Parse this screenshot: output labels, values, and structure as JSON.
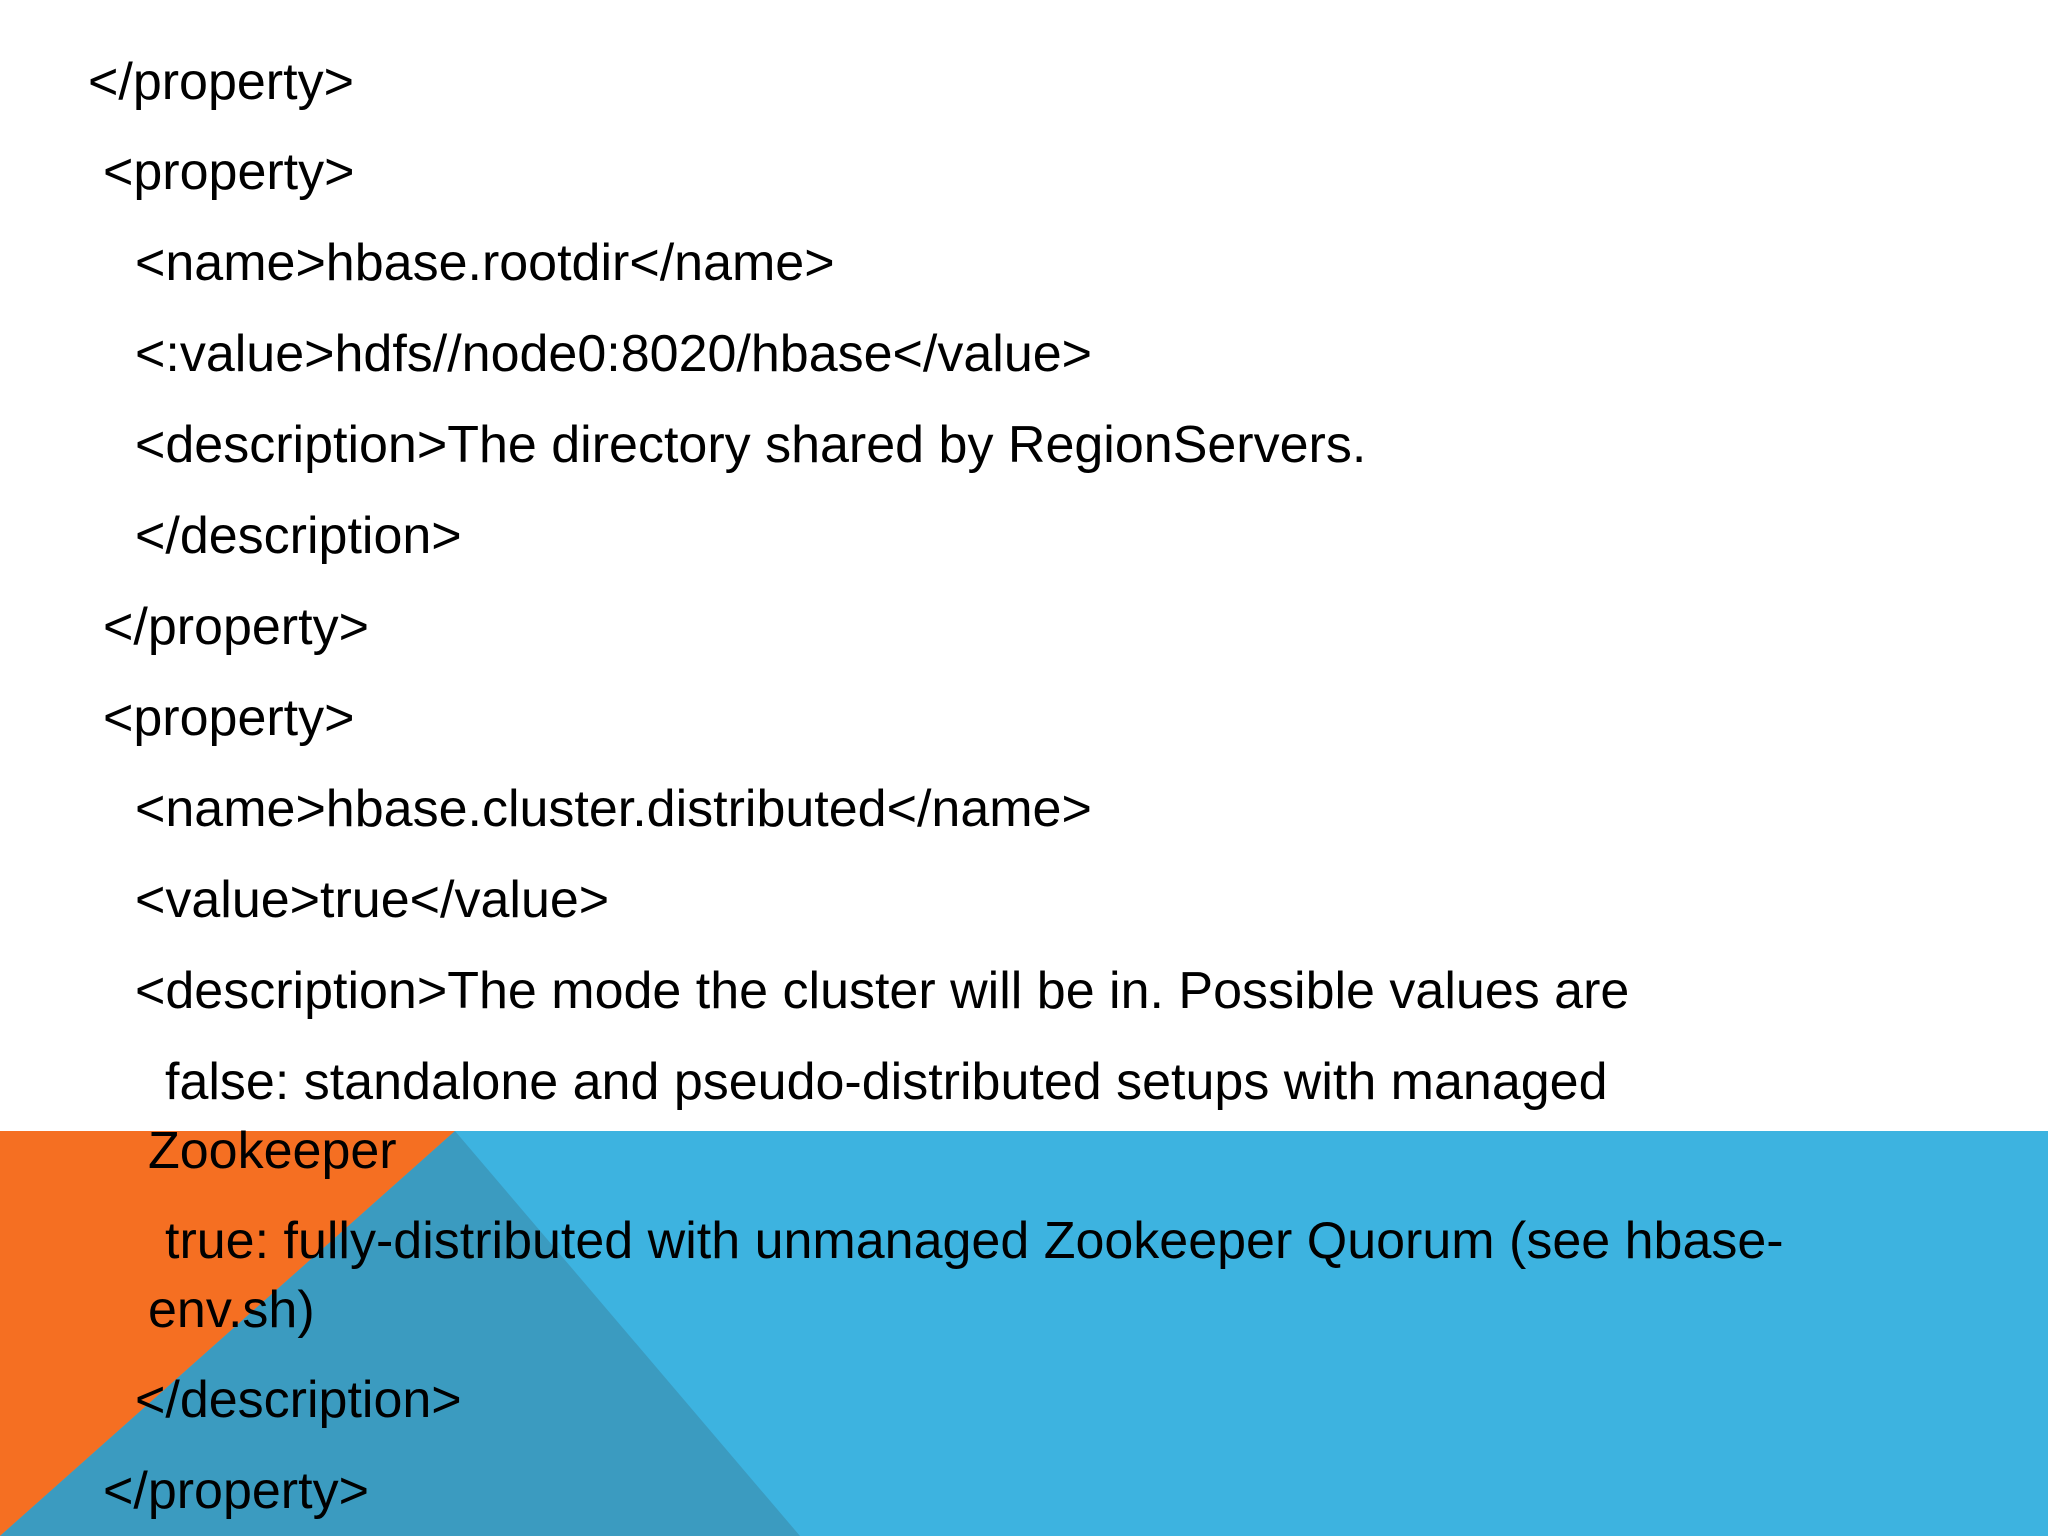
{
  "slide": {
    "colors": {
      "background": "#ffffff",
      "band_blue": "#3db3e0",
      "band_orange": "#f56f22",
      "band_overlap": "#3b9bc0",
      "text": "#000000"
    },
    "lines": [
      "</property>",
      "<property>",
      "<name>hbase.rootdir</name>",
      "<:value>hdfs//node0:8020/hbase</value>",
      "<description>The directory shared by RegionServers.",
      "</description>",
      "</property>",
      "<property>",
      "<name>hbase.cluster.distributed</name>",
      "<value>true</value>",
      "<description>The mode the cluster will be in. Possible values are",
      "false: standalone and pseudo-distributed setups with managed",
      "Zookeeper",
      "true: fully-distributed with unmanaged Zookeeper Quorum (see hbase-",
      "env.sh)",
      "</description>",
      "</property>"
    ]
  }
}
